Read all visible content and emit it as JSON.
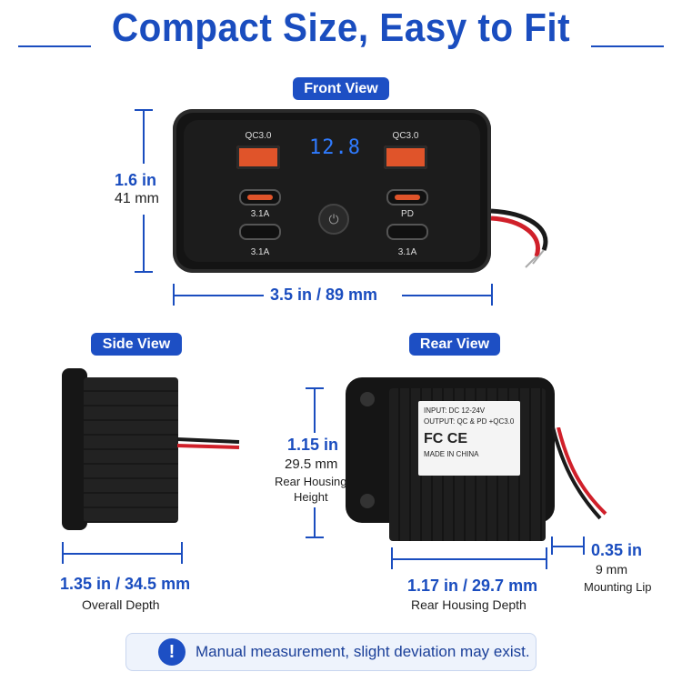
{
  "title": "Compact Size, Easy to Fit",
  "front_view": {
    "label": "Front View",
    "display": "12.8",
    "left_top_label": "QC3.0",
    "right_top_label": "QC3.0",
    "left_mid_label": "3.1A",
    "left_bottom_label": "3.1A",
    "right_mid_label": "PD",
    "right_bottom_label": "3.1A",
    "height_in": "1.6 in",
    "height_mm": "41 mm",
    "width": "3.5 in / 89 mm"
  },
  "side_view": {
    "label": "Side View",
    "depth": "1.35 in / 34.5 mm",
    "depth_caption": "Overall Depth"
  },
  "rear_view": {
    "label": "Rear View",
    "sticker_input": "INPUT: DC 12-24V",
    "sticker_output": "OUTPUT: QC & PD +QC3.0",
    "sticker_marks": "FC CE",
    "sticker_made": "MADE IN CHINA",
    "height_in": "1.15 in",
    "height_mm": "29.5 mm",
    "height_caption_1": "Rear Housing",
    "height_caption_2": "Height",
    "depth": "1.17 in / 29.7 mm",
    "depth_caption": "Rear Housing Depth",
    "lip_in": "0.35 in",
    "lip_mm": "9 mm",
    "lip_caption": "Mounting Lip"
  },
  "notice": {
    "icon": "exclamation-icon",
    "text": "Manual measurement, slight deviation may exist."
  },
  "colors": {
    "accent": "#1a4dbf",
    "port_orange": "#e0542a",
    "display_blue": "#2f7bff"
  }
}
